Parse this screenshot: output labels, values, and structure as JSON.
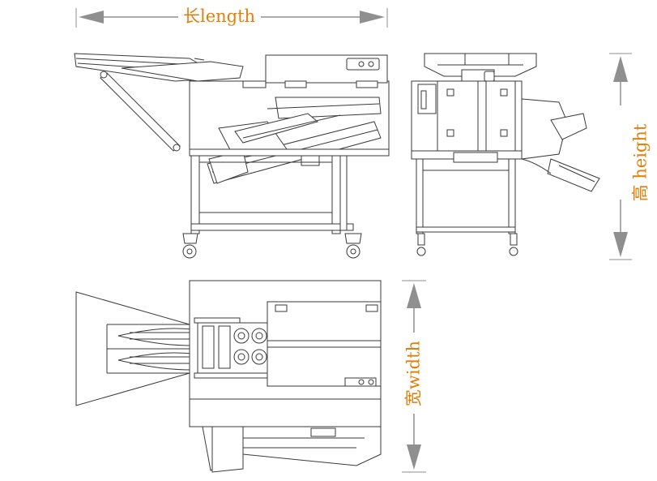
{
  "dimensions": {
    "length": {
      "cn": "长",
      "en": "length"
    },
    "height": {
      "cn": "高",
      "en": " height"
    },
    "width": {
      "cn": "宽",
      "en": "width"
    }
  },
  "colors": {
    "accent": "#e0800c",
    "line": "#3a3a3a",
    "arrow": "#9a9a9a",
    "background": "#ffffff"
  },
  "views": [
    "side-view",
    "end-view",
    "top-view"
  ]
}
